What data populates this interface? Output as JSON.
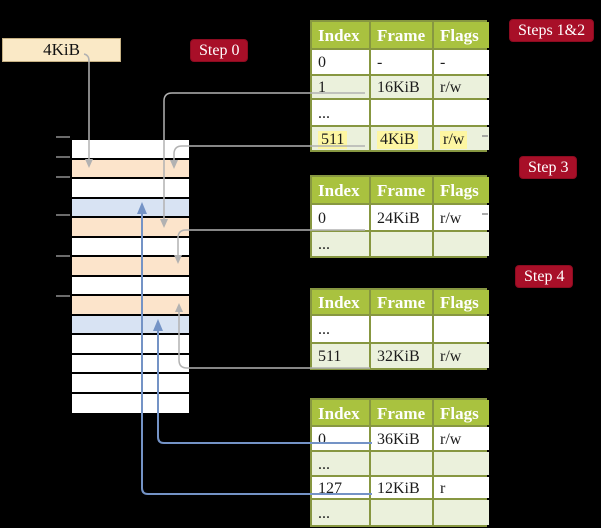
{
  "colors": {
    "bg": "#000000",
    "olive": "#879741",
    "header-green": "#A9C23F",
    "shade": "#EBF1DC",
    "plain": "#FFFFFF",
    "red": "#A80F28",
    "red-border": "#8C0B20",
    "peach": "#FCE4CB",
    "blue-row": "#D8E3F3",
    "line-gray": "#B2B2B2",
    "line-blue": "#7493C6",
    "cream": "#FAE9C6",
    "cream-border": "#C6B183",
    "highlight": "#FDF6A2",
    "tick": "#8F8F8F",
    "ink": "#1B1B1B"
  },
  "frame_box": {
    "label": "4KiB"
  },
  "step_labels": {
    "step0": "Step 0",
    "steps12": "Steps 1&2",
    "step3": "Step 3",
    "step4": "Step 4"
  },
  "memory_stack": {
    "rows": [
      "white",
      "peach",
      "white",
      "blue",
      "peach",
      "white",
      "peach",
      "white",
      "peach",
      "blue",
      "white",
      "white",
      "white",
      "white"
    ]
  },
  "page_tables": [
    {
      "name": "page-table-steps-1-2",
      "columns": [
        "Index",
        "Frame",
        "Flags"
      ],
      "rows": [
        {
          "cells": [
            "0",
            "-",
            "-"
          ],
          "shaded": false,
          "highlight": false
        },
        {
          "cells": [
            "1",
            "16KiB",
            "r/w"
          ],
          "shaded": true,
          "highlight": false
        },
        {
          "cells": [
            "...",
            "",
            ""
          ],
          "shaded": false,
          "highlight": false
        },
        {
          "cells": [
            "511",
            "4KiB",
            "r/w"
          ],
          "shaded": true,
          "highlight": true
        }
      ]
    },
    {
      "name": "page-table-step-3",
      "columns": [
        "Index",
        "Frame",
        "Flags"
      ],
      "rows": [
        {
          "cells": [
            "0",
            "24KiB",
            "r/w"
          ],
          "shaded": false,
          "highlight": false
        },
        {
          "cells": [
            "...",
            "",
            ""
          ],
          "shaded": true,
          "highlight": false
        }
      ]
    },
    {
      "name": "page-table-step-4a",
      "columns": [
        "Index",
        "Frame",
        "Flags"
      ],
      "rows": [
        {
          "cells": [
            "...",
            "",
            ""
          ],
          "shaded": false,
          "highlight": false
        },
        {
          "cells": [
            "511",
            "32KiB",
            "r/w"
          ],
          "shaded": true,
          "highlight": false
        }
      ]
    },
    {
      "name": "page-table-step-4b",
      "columns": [
        "Index",
        "Frame",
        "Flags"
      ],
      "rows": [
        {
          "cells": [
            "0",
            "36KiB",
            "r/w"
          ],
          "shaded": false,
          "highlight": false
        },
        {
          "cells": [
            "...",
            "",
            ""
          ],
          "shaded": true,
          "highlight": false
        },
        {
          "cells": [
            "127",
            "12KiB",
            "r"
          ],
          "shaded": false,
          "highlight": false
        },
        {
          "cells": [
            "...",
            "",
            ""
          ],
          "shaded": true,
          "highlight": false
        }
      ]
    }
  ]
}
